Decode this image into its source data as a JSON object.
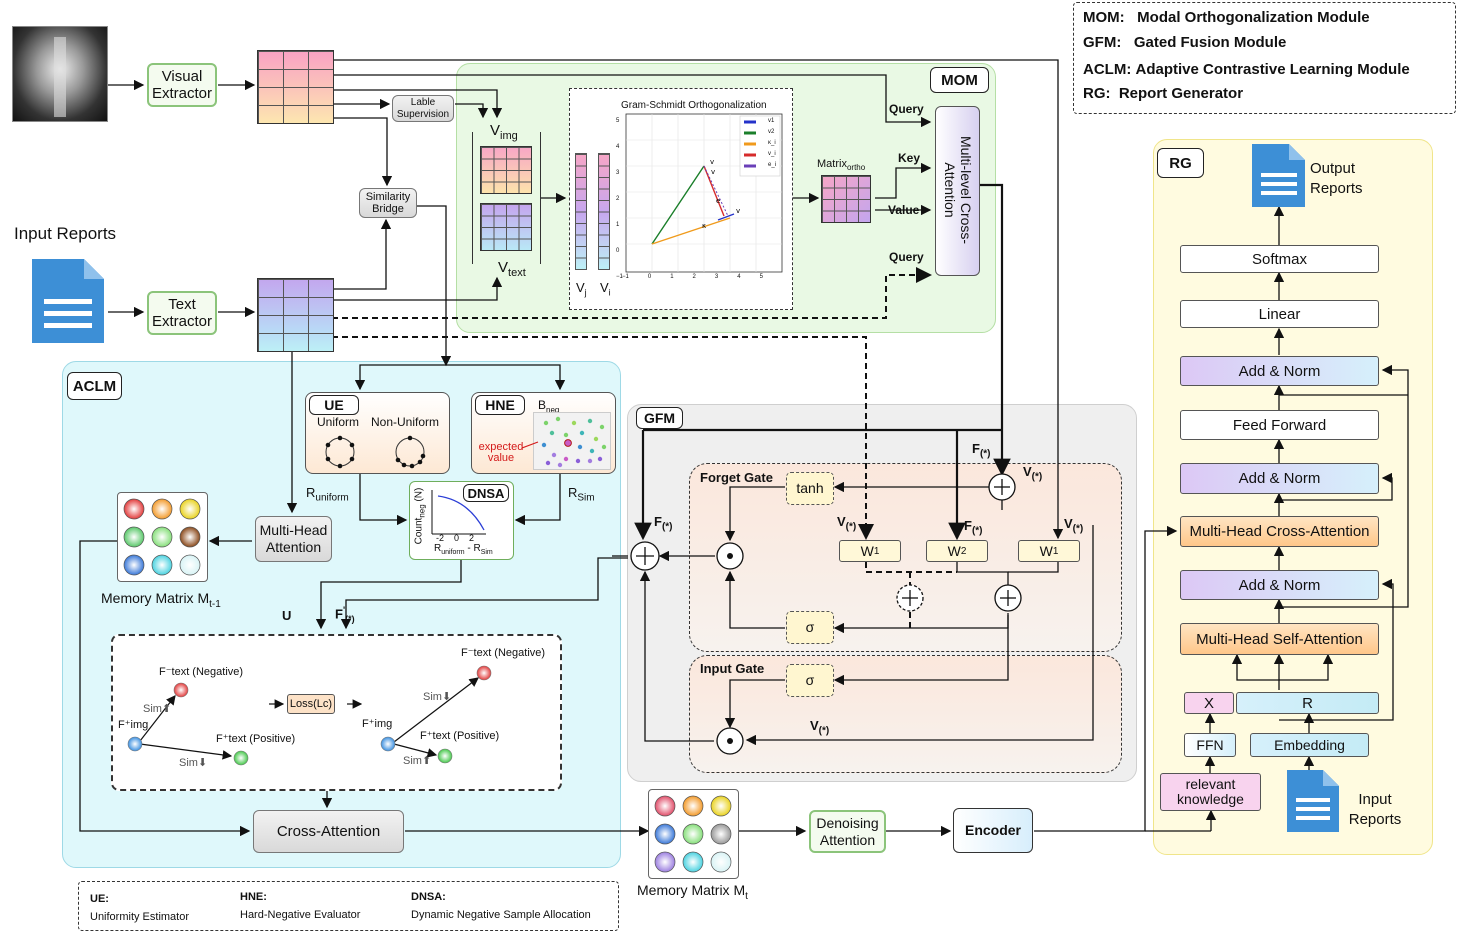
{
  "legend_top": {
    "items": [
      {
        "abbr": "MOM:",
        "full": "Modal Orthogonalization Module"
      },
      {
        "abbr": "GFM:",
        "full": "Gated Fusion Module"
      },
      {
        "abbr": "ACLM:",
        "full": "Adaptive Contrastive Learning Module"
      },
      {
        "abbr": "RG:",
        "full": "Report Generator"
      }
    ]
  },
  "legend_bottom": {
    "items": [
      {
        "abbr": "UE:",
        "full": "Uniformity Estimator"
      },
      {
        "abbr": "HNE:",
        "full": "Hard-Negative Evaluator"
      },
      {
        "abbr": "DNSA:",
        "full": "Dynamic Negative Sample Allocation"
      }
    ]
  },
  "inputs": {
    "input_reports": "Input Reports",
    "visual_extractor": "Visual Extractor",
    "text_extractor": "Text Extractor",
    "label_supervision": "Lable Supervision",
    "similarity_bridge": "Similarity Bridge"
  },
  "mom": {
    "tag": "MOM",
    "v_img": "V",
    "v_img_sub": "img",
    "v_text": "V",
    "v_text_sub": "text",
    "gs_title": "Gram-Schmidt Orthogonalization",
    "gs_legend": [
      "v1",
      "v2",
      "κ_i",
      "v_i",
      "e_i"
    ],
    "matrix_ortho": "Matrix",
    "matrix_ortho_sub": "ortho",
    "vj": "V",
    "vj_sub": "j",
    "vi": "V",
    "vi_sub": "i",
    "cross_attention": "Multi-level Cross-Attention",
    "query1": "Query",
    "key": "Key",
    "value": "Value",
    "query2": "Query",
    "gs_yticks": [
      "5",
      "4",
      "3",
      "2",
      "1",
      "0",
      "−1"
    ],
    "gs_xticks": [
      "−1",
      "0",
      "1",
      "2",
      "3",
      "4",
      "5"
    ]
  },
  "aclm": {
    "tag": "ACLM",
    "ue": "UE",
    "uniform": "Uniform",
    "non_uniform": "Non-Uniform",
    "hne": "HNE",
    "b_neg": "B",
    "b_neg_sub": "neg",
    "expected_value": "expected value",
    "r_uniform": "R",
    "r_uniform_sub": "uniform",
    "r_sim": "R",
    "r_sim_sub": "Sim",
    "dnsa": "DNSA",
    "dnsa_ylabel": "Count",
    "dnsa_ylabel_sub": "neg",
    "dnsa_ylabel_suffix": "(N)",
    "dnsa_xticks": [
      "-2",
      "0",
      "2"
    ],
    "dnsa_xlabel": "R",
    "dnsa_xlabel_sub1": "uniform",
    "dnsa_xlabel_mid": " - R",
    "dnsa_xlabel_sub2": "Sim",
    "multi_head_attention": "Multi-Head Attention",
    "memory_matrix_prev": "Memory Matrix M",
    "memory_matrix_prev_sub": "t-1",
    "u_label": "U",
    "f_label": "F",
    "f_sup": "'",
    "f_sub": "(*)",
    "cross_attention": "Cross-Attention",
    "contrast_left": {
      "neg": "F⁻text (Negative)",
      "img": "F⁺img",
      "pos": "F⁺text (Positive)",
      "sim_up": "Sim⬆",
      "sim_down": "Sim⬇"
    },
    "loss": "Loss(Lc)",
    "contrast_right": {
      "neg": "F⁻text (Negative)",
      "img": "F⁺img",
      "pos": "F⁺text (Positive)",
      "sim_up": "Sim⬇",
      "sim_down": "Sim⬆"
    }
  },
  "gfm": {
    "tag": "GFM",
    "forget_gate": "Forget Gate",
    "input_gate": "Input Gate",
    "tanh": "tanh",
    "sigma1": "σ",
    "sigma2": "σ",
    "w1a": "W",
    "w1a_sub": "1",
    "w2": "W",
    "w2_sub": "2",
    "w1b": "W",
    "w1b_sub": "1",
    "f_top": "F",
    "f_top_sub": "(*)",
    "v_top": "V",
    "v_top_sub": "(*)",
    "v_left": "V",
    "v_left_sub": "(*)",
    "f_mid": "F",
    "f_mid_sub": "(*)",
    "v_right": "V",
    "v_right_sub": "(*)",
    "f_out": "F",
    "f_out_sub": "(*)",
    "v_bottom": "V",
    "v_bottom_sub": "(*)"
  },
  "bottom_flow": {
    "memory_matrix_t": "Memory Matrix M",
    "memory_matrix_t_sub": "t",
    "denoising_attention": "Denoising Attention",
    "encoder": "Encoder"
  },
  "rg": {
    "tag": "RG",
    "output_reports": "Output Reports",
    "softmax": "Softmax",
    "linear": "Linear",
    "add_norm_3": "Add & Norm",
    "feed_forward": "Feed  Forward",
    "add_norm_2": "Add & Norm",
    "cross_attention": "Multi-Head Cross-Attention",
    "add_norm_1": "Add & Norm",
    "self_attention": "Multi-Head Self-Attention",
    "x": "X",
    "r": "R",
    "ffn": "FFN",
    "embedding": "Embedding",
    "relevant_knowledge": "relevant knowledge",
    "input_reports": "Input Reports"
  },
  "colors": {
    "mom_bg": "#e9f9e4",
    "aclm_bg": "#dff8fb",
    "gfm_bg": "#efefef",
    "rg_bg": "#fffbe0",
    "doc_blue": "#3d8fd6"
  }
}
